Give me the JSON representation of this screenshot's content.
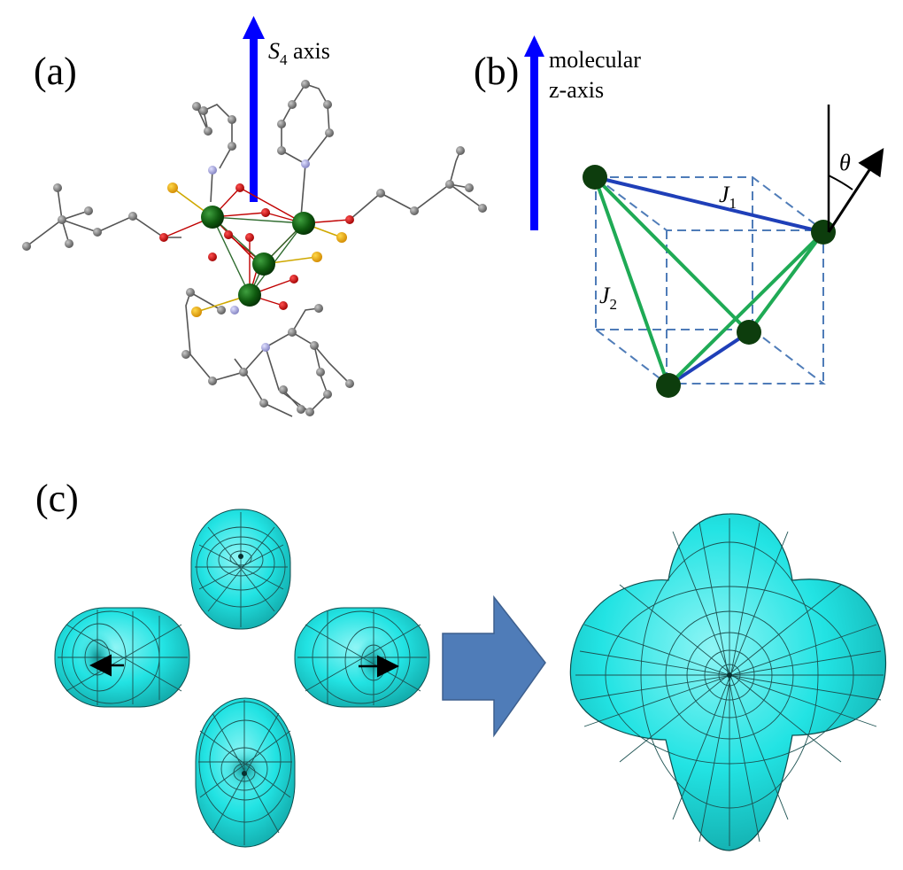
{
  "panels": {
    "a": {
      "label": "(a)",
      "axis_label_main": "S",
      "axis_label_sub": "4",
      "axis_label_rest": " axis",
      "axis_color": "#0000ff"
    },
    "b": {
      "label": "(b)",
      "axis_label_line1": "molecular",
      "axis_label_line2": "z-axis",
      "axis_color": "#0000ff",
      "j1_main": "J",
      "j1_sub": "1",
      "j2_main": "J",
      "j2_sub": "2",
      "angle_symbol": "θ",
      "colors": {
        "ion": "#0d3d0d",
        "j1_bond": "#1f3fb8",
        "j2_bond": "#1faa55",
        "cube": "#4f7cb8"
      }
    },
    "c": {
      "label": "(c)",
      "surface_color": "#22e3e3",
      "arrow_color": "#4f7cb8"
    }
  }
}
